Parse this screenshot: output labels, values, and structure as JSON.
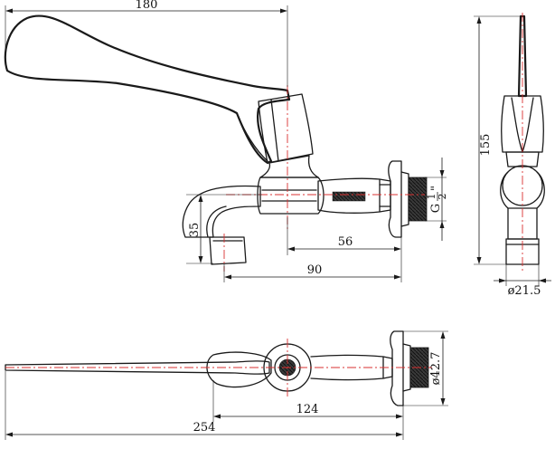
{
  "dimensions": {
    "handle_length": "180",
    "total_height": "155",
    "spout_drop": "35",
    "body_to_wall": "56",
    "spout_to_wall": "90",
    "base_diameter": "ø21.5",
    "thread_size": "G",
    "thread_num": "1",
    "thread_den": "2",
    "thread_unit": "\"",
    "total_length": "254",
    "flange_to_handle": "124",
    "flange_diameter": "ø42.7"
  },
  "colors": {
    "outline": "#1a1a1a",
    "centerline": "#d93030"
  }
}
